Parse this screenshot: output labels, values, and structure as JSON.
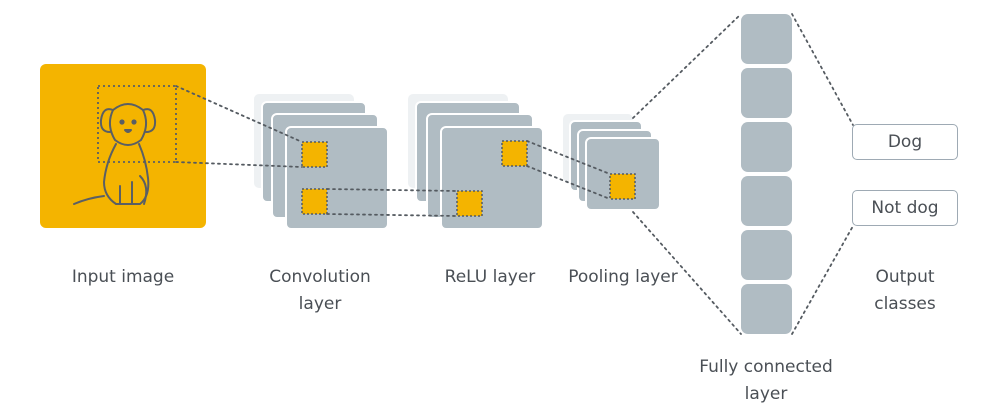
{
  "colors": {
    "accent": "#f4b400",
    "layer": "#b0bcc3",
    "layer_back": "#dfe5e8",
    "line": "#555b61",
    "text": "#4a4f55"
  },
  "stages": {
    "input": "Input image",
    "convolution": [
      "Convolution",
      "layer"
    ],
    "relu": "ReLU layer",
    "pooling": "Pooling layer",
    "fully_connected": [
      "Fully connected",
      "layer"
    ],
    "output": [
      "Output",
      "classes"
    ]
  },
  "outputs": {
    "dog": "Dog",
    "not_dog": "Not dog"
  },
  "icons": {
    "input_picture": "dog-icon"
  }
}
